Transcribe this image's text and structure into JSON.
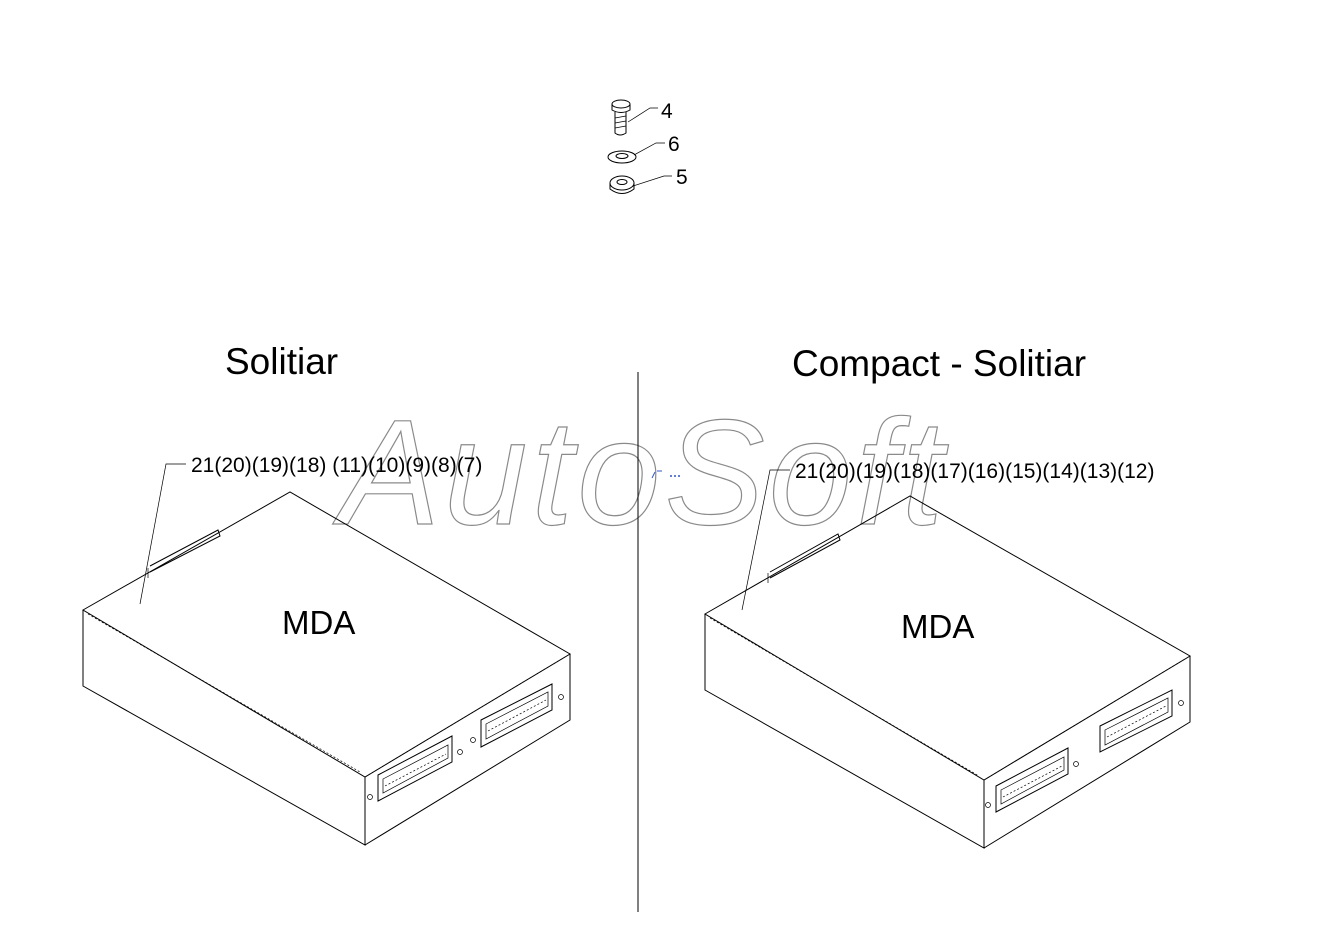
{
  "watermark": "AutoSoft",
  "hardware": {
    "bolt_callout": "4",
    "washer_callout": "6",
    "nut_callout": "5"
  },
  "left_panel": {
    "title": "Solitiar",
    "callout": "21(20)(19)(18) (11)(10)(9)(8)(7)",
    "unit_label": "MDA"
  },
  "right_panel": {
    "title": "Compact - Solitiar",
    "callout": "21(20)(19)(18)(17)(16)(15)(14)(13)(12)",
    "unit_label": "MDA"
  }
}
